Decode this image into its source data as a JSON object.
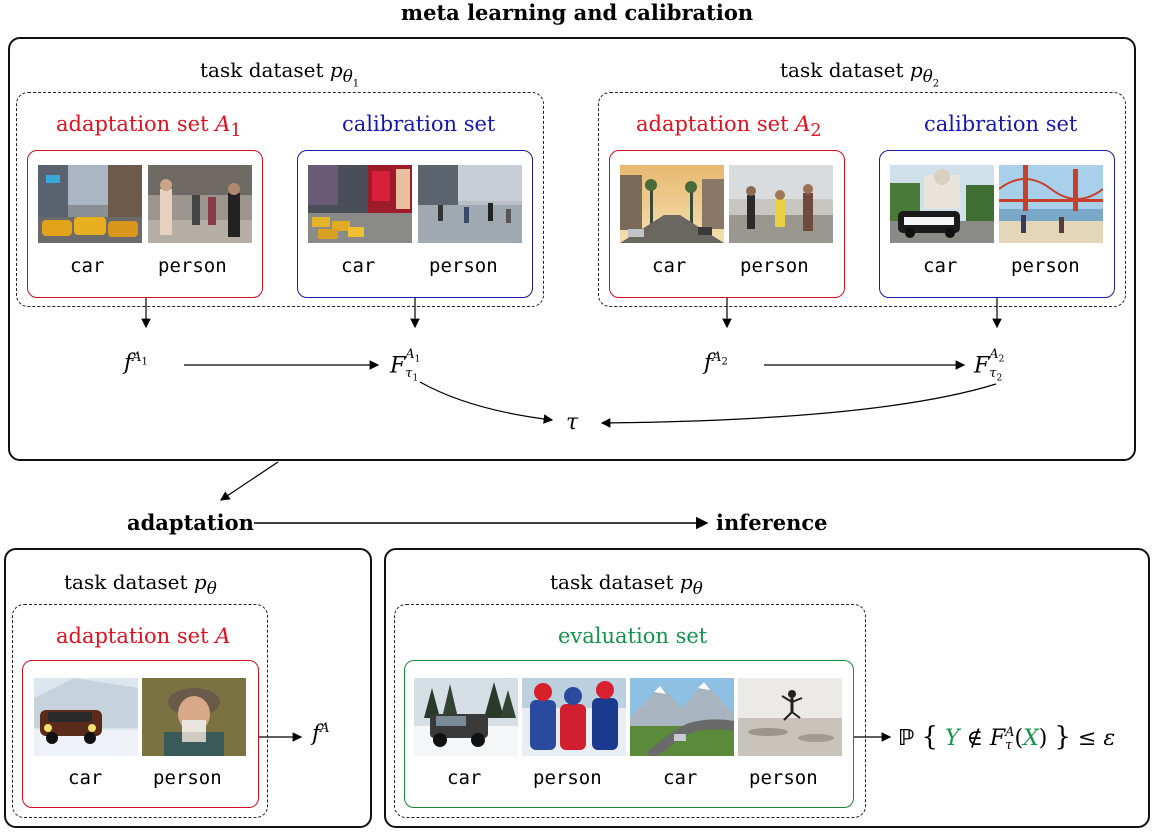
{
  "titles": {
    "top": "meta learning and calibration",
    "adaptation": "adaptation",
    "inference": "inference"
  },
  "tasks": {
    "t1": "task dataset",
    "t1_sym": "p",
    "t1_sub": "θ",
    "t1_subsub": "1",
    "t2": "task dataset",
    "t2_sym": "p",
    "t2_sub": "θ",
    "t2_subsub": "2",
    "t3": "task dataset",
    "t3_sym": "p",
    "t3_sub": "θ",
    "t4": "task dataset",
    "t4_sym": "p",
    "t4_sub": "θ"
  },
  "sets": {
    "adapt1": "adaptation set",
    "adapt1_sym": "A",
    "adapt1_sub": "1",
    "calib1": "calibration set",
    "adapt2": "adaptation set",
    "adapt2_sym": "A",
    "adapt2_sub": "2",
    "calib2": "calibration set",
    "adapt3": "adaptation set",
    "adapt3_sym": "A",
    "eval": "evaluation set"
  },
  "classes": {
    "car": "car",
    "person": "person"
  },
  "math": {
    "f": "f",
    "F": "F",
    "A": "A",
    "one": "1",
    "two": "2",
    "tau": "τ",
    "prob": "ℙ",
    "lbrace": "{",
    "rbrace": "}",
    "Y": "Y",
    "notin": "∉",
    "lparen": "(",
    "X": "X",
    "rparen": ")",
    "leq": "≤",
    "eps": "ε"
  },
  "colors": {
    "adaptation": "#e0101e",
    "calibration": "#1515b0",
    "evaluation": "#14944a"
  }
}
